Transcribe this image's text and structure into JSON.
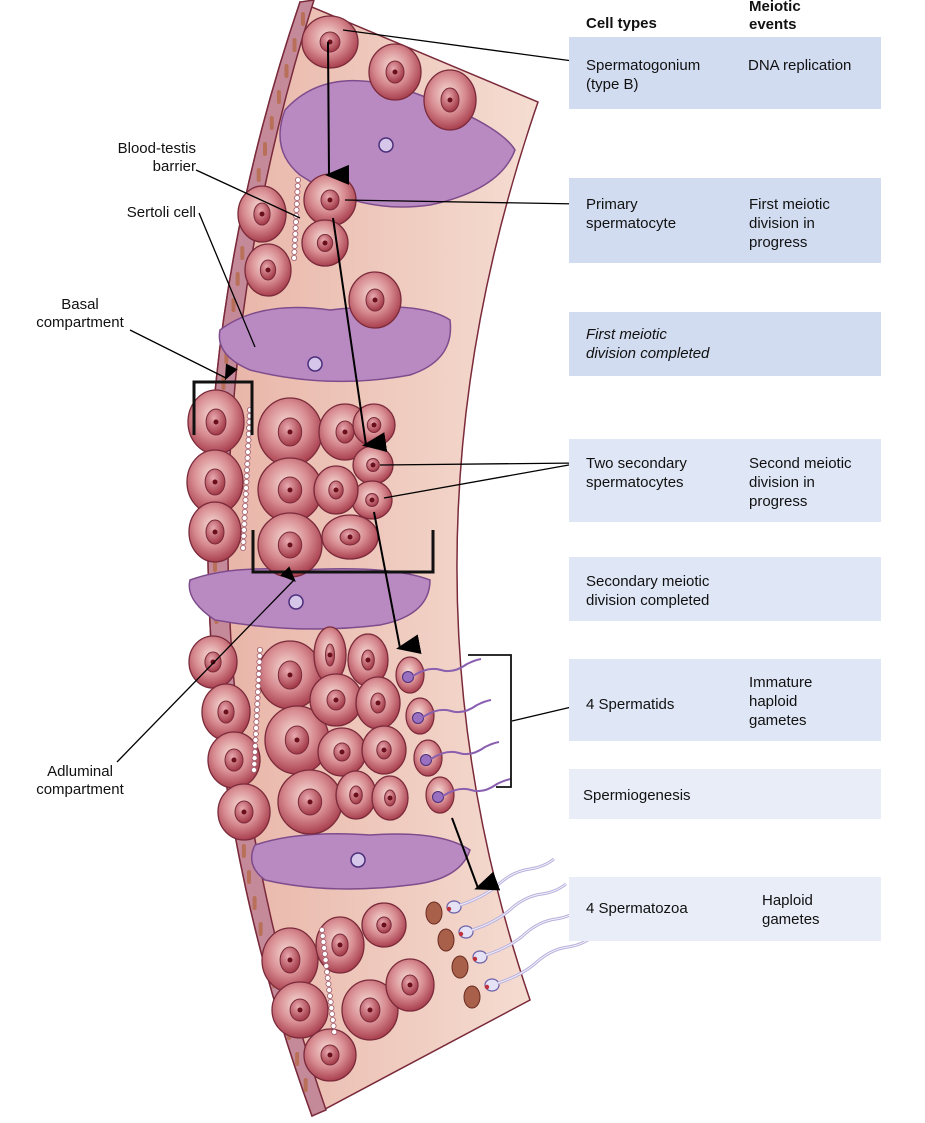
{
  "header": {
    "cell_types": "Cell types",
    "meiotic_events": "Meiotic\nevents"
  },
  "rows": [
    {
      "cell_type": "Spermatogonium\n(type B)",
      "event": "DNA replication"
    },
    {
      "cell_type": "Primary\nspermatocyte",
      "event": "First meiotic\ndivision in\nprogress"
    },
    {
      "cell_type": "First meiotic\ndivision completed",
      "event": "",
      "italic": true
    },
    {
      "cell_type": "Two secondary\nspermatocytes",
      "event": "Second meiotic\ndivision in\nprogress"
    },
    {
      "cell_type": "Secondary meiotic\ndivision completed",
      "event": ""
    },
    {
      "cell_type": "4 Spermatids",
      "event": "Immature\nhaploid\ngametes"
    },
    {
      "cell_type": "Spermiogenesis",
      "event": ""
    },
    {
      "cell_type": "4 Spermatozoa",
      "event": "Haploid\ngametes"
    }
  ],
  "labels": {
    "blood_testis_barrier": "Blood-testis\nbarrier",
    "sertoli_cell": "Sertoli cell",
    "basal_compartment": "Basal\ncompartment",
    "adluminal_compartment": "Adluminal\ncompartment"
  },
  "colors": {
    "table_row": "#d2dcf0",
    "tissue_base": "#f2cfc0",
    "sertoli": "#b98ac2",
    "cell_outer": "#b04a5a",
    "cell_nucleus": "#a83845",
    "wall": "#c48a9a",
    "line": "#000000"
  }
}
